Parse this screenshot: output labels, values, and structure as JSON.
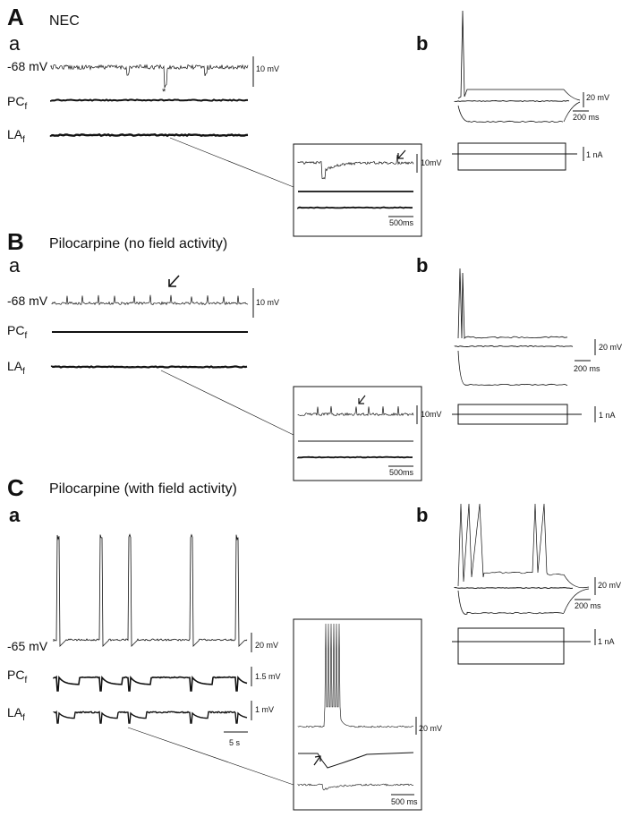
{
  "panels": {
    "A": {
      "letter": "A",
      "condition": "NEC",
      "a": "a",
      "b": "b",
      "vm": "-68 mV",
      "star": "*",
      "pc": "PC",
      "la": "LA",
      "field_sub": "f",
      "scale_vm": "10 mV",
      "inset": {
        "scale_v": "10mV",
        "scale_t": "500ms"
      },
      "b_scale_v": "20 mV",
      "b_scale_t": "200 ms",
      "b_scale_i": "1 nA"
    },
    "B": {
      "letter": "B",
      "condition": "Pilocarpine (no field activity)",
      "a": "a",
      "b": "b",
      "vm": "-68 mV",
      "pc": "PC",
      "la": "LA",
      "field_sub": "f",
      "scale_vm": "10 mV",
      "inset": {
        "scale_v": "10mV",
        "scale_t": "500ms"
      },
      "b_scale_v": "20 mV",
      "b_scale_t": "200 ms",
      "b_scale_i": "1 nA"
    },
    "C": {
      "letter": "C",
      "condition": "Pilocarpine (with field activity)",
      "a": "a",
      "b": "b",
      "vm": "-65 mV",
      "pc": "PC",
      "la": "LA",
      "field_sub": "f",
      "scale_vm": "20 mV",
      "scale_pc": "1.5 mV",
      "scale_la": "1 mV",
      "scale_t": "5 s",
      "inset": {
        "scale_v": "20 mV",
        "scale_t": "500 ms"
      },
      "b_scale_v": "20 mV",
      "b_scale_t": "200 ms",
      "b_scale_i": "1 nA"
    }
  }
}
